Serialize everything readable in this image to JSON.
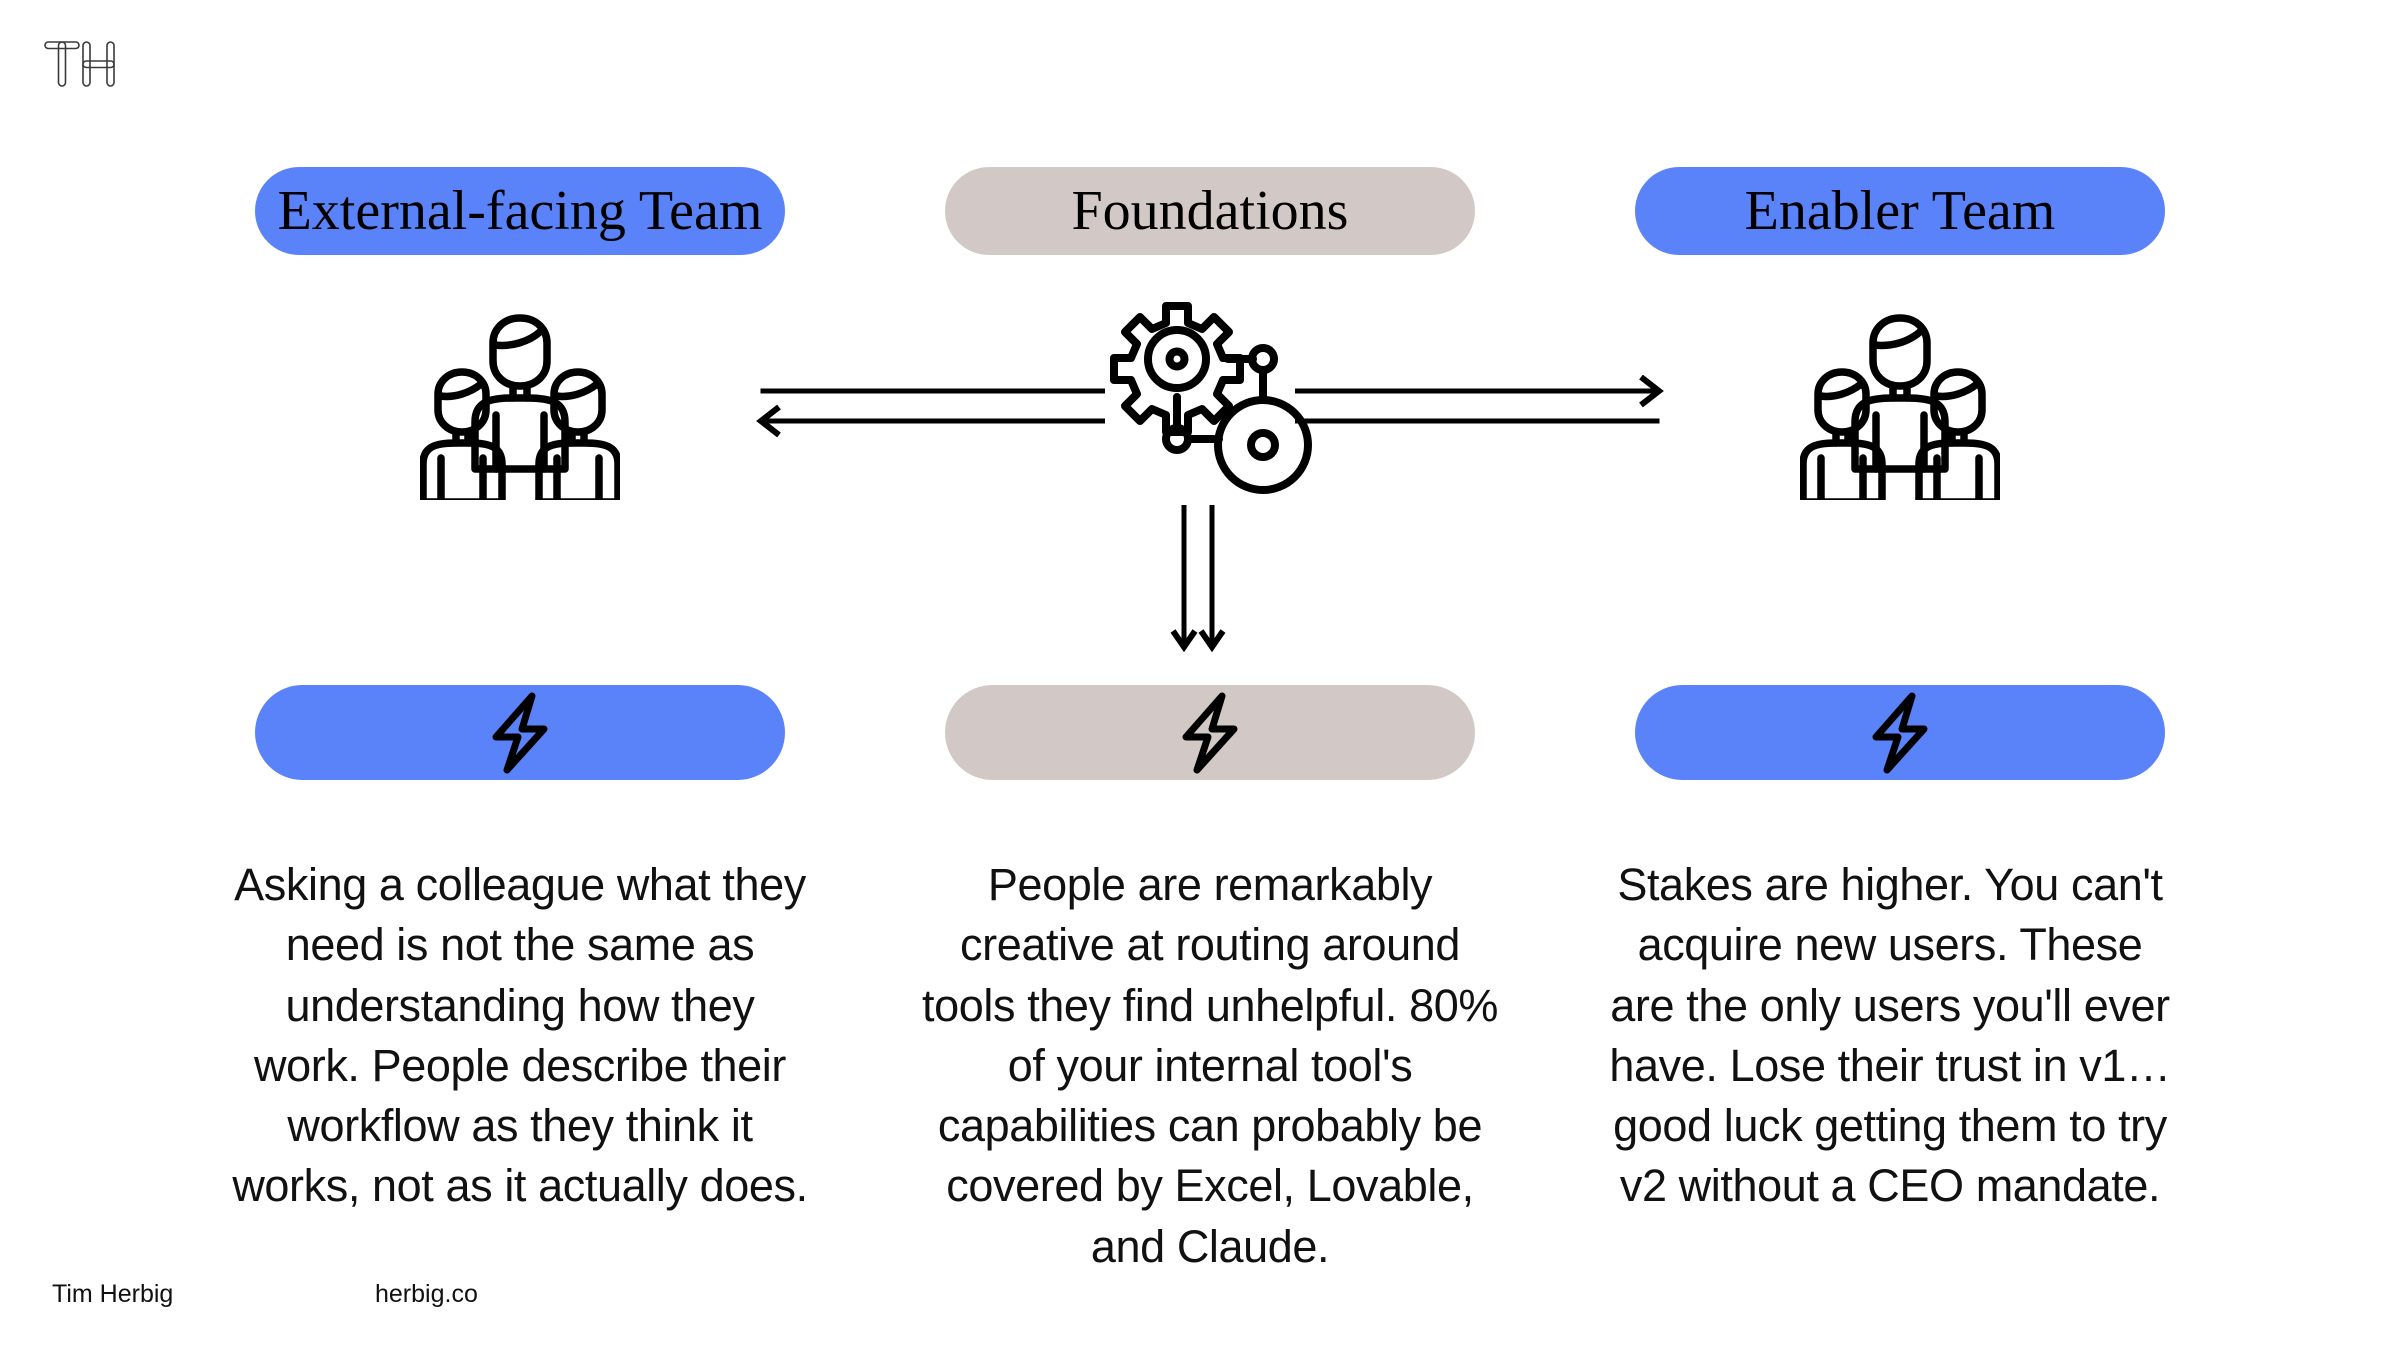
{
  "brand": {
    "logo_text": "TH",
    "logo_name": "th-monogram-logo"
  },
  "colors": {
    "accent_blue": "#5a82f9",
    "accent_taupe": "#d2c9c7",
    "background": "#ffffff",
    "ink": "#000000"
  },
  "columns": [
    {
      "id": "external-facing-team",
      "header": "External-facing Team",
      "header_style": "blue",
      "icon": "people-group-icon",
      "badge_icon": "lightning-bolt-icon",
      "badge_style": "blue",
      "body": "Asking a colleague what they need is not the same as understanding how they work. People describe their workflow as they think it works, not as it actually does."
    },
    {
      "id": "foundations",
      "header": "Foundations",
      "header_style": "taupe",
      "icon": "gear-machinery-icon",
      "badge_icon": "lightning-bolt-icon",
      "badge_style": "taupe",
      "body": "People are remarkably creative at routing around tools they find unhelpful. 80% of your internal tool's capabilities can probably be covered by Excel, Lovable, and Claude."
    },
    {
      "id": "enabler-team",
      "header": "Enabler Team",
      "header_style": "blue",
      "icon": "people-group-icon",
      "badge_icon": "lightning-bolt-icon",
      "badge_style": "blue",
      "body": "Stakes are higher. You can't acquire new users. These are the only users you'll ever have. Lose their trust in v1…good luck getting them to try v2 without a CEO mandate."
    }
  ],
  "connectors": {
    "left_pair": {
      "name": "double-line-arrow-left",
      "direction": "left",
      "lines": 2,
      "arrowhead_on": "lower-line"
    },
    "right_pair": {
      "name": "double-line-arrow-right",
      "direction": "right",
      "lines": 2,
      "arrowhead_on": "upper-line"
    },
    "down_pair": {
      "name": "double-arrow-down",
      "direction": "down",
      "lines": 2,
      "arrowhead_on": "both"
    }
  },
  "footer": {
    "author": "Tim Herbig",
    "site": "herbig.co"
  }
}
